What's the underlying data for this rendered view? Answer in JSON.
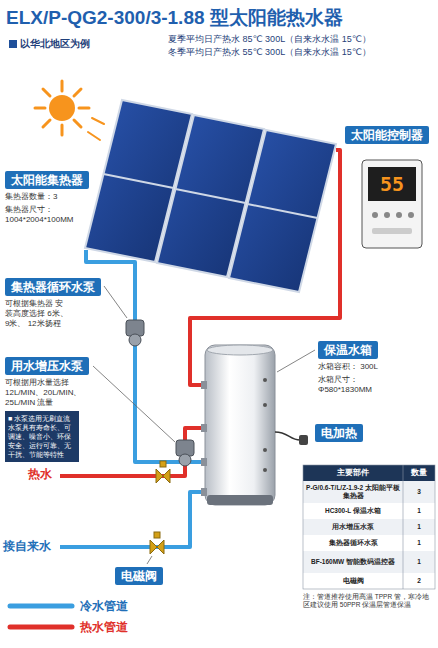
{
  "diagram": {
    "title": "ELX/P-QG2-300/3-1.88 型太阳能热水器",
    "nodes": [
      {
        "text": [
          "太阳能集热器",
          "集热器数量：3",
          "集热器尺寸： 1004*2004*100MM"
        ]
      },
      {
        "text": [
          "太阳能控制器"
        ]
      },
      {
        "text": [
          "集热器循环水泵",
          "可根据集热器 安装高度选择 6米、9米、 12米扬程"
        ]
      },
      {
        "text": [
          "用水增压水泵",
          "可根据用水量选择 12L/MIN、20L/MIN、 25L/MIN 流量"
        ]
      },
      {
        "text": [
          "■ 水泵选用无刷直流水泵具有寿命长、可调速、噪音小、环保安全、运行可靠、无干扰、节能等特性"
        ]
      },
      {
        "text": [
          "保温水箱",
          "水箱容积： 300L",
          "水箱尺寸： Φ580*1830MM"
        ]
      },
      {
        "text": [
          "电加热"
        ]
      },
      {
        "text": [
          "电磁阀"
        ]
      }
    ],
    "labels": [
      "以华北地区为例",
      "夏季平均日产热水 85℃ 300L（自来水水温 15℃）",
      "冬季平均日产热水 55℃ 300L（自来水水温 15℃）",
      "55",
      "热水",
      "接自来水",
      "主要部件",
      "数量",
      "P-G/0.6-T/L/Z-1.9-2 太阳能平板集热器",
      "3",
      "HC300-L 保温水箱",
      "1",
      "用水增压水泵",
      "1",
      "集热器循环水泵",
      "1",
      "BF-160MW 智能数码温控器",
      "1",
      "电磁阀",
      "2",
      "注：管道推荐使用高温 TPPR 管，寒冷地区建议使用 50PPR 保温层管道保温"
    ],
    "legend": [
      {
        "text": "冷水管道"
      },
      {
        "text": "热水管道"
      }
    ]
  }
}
